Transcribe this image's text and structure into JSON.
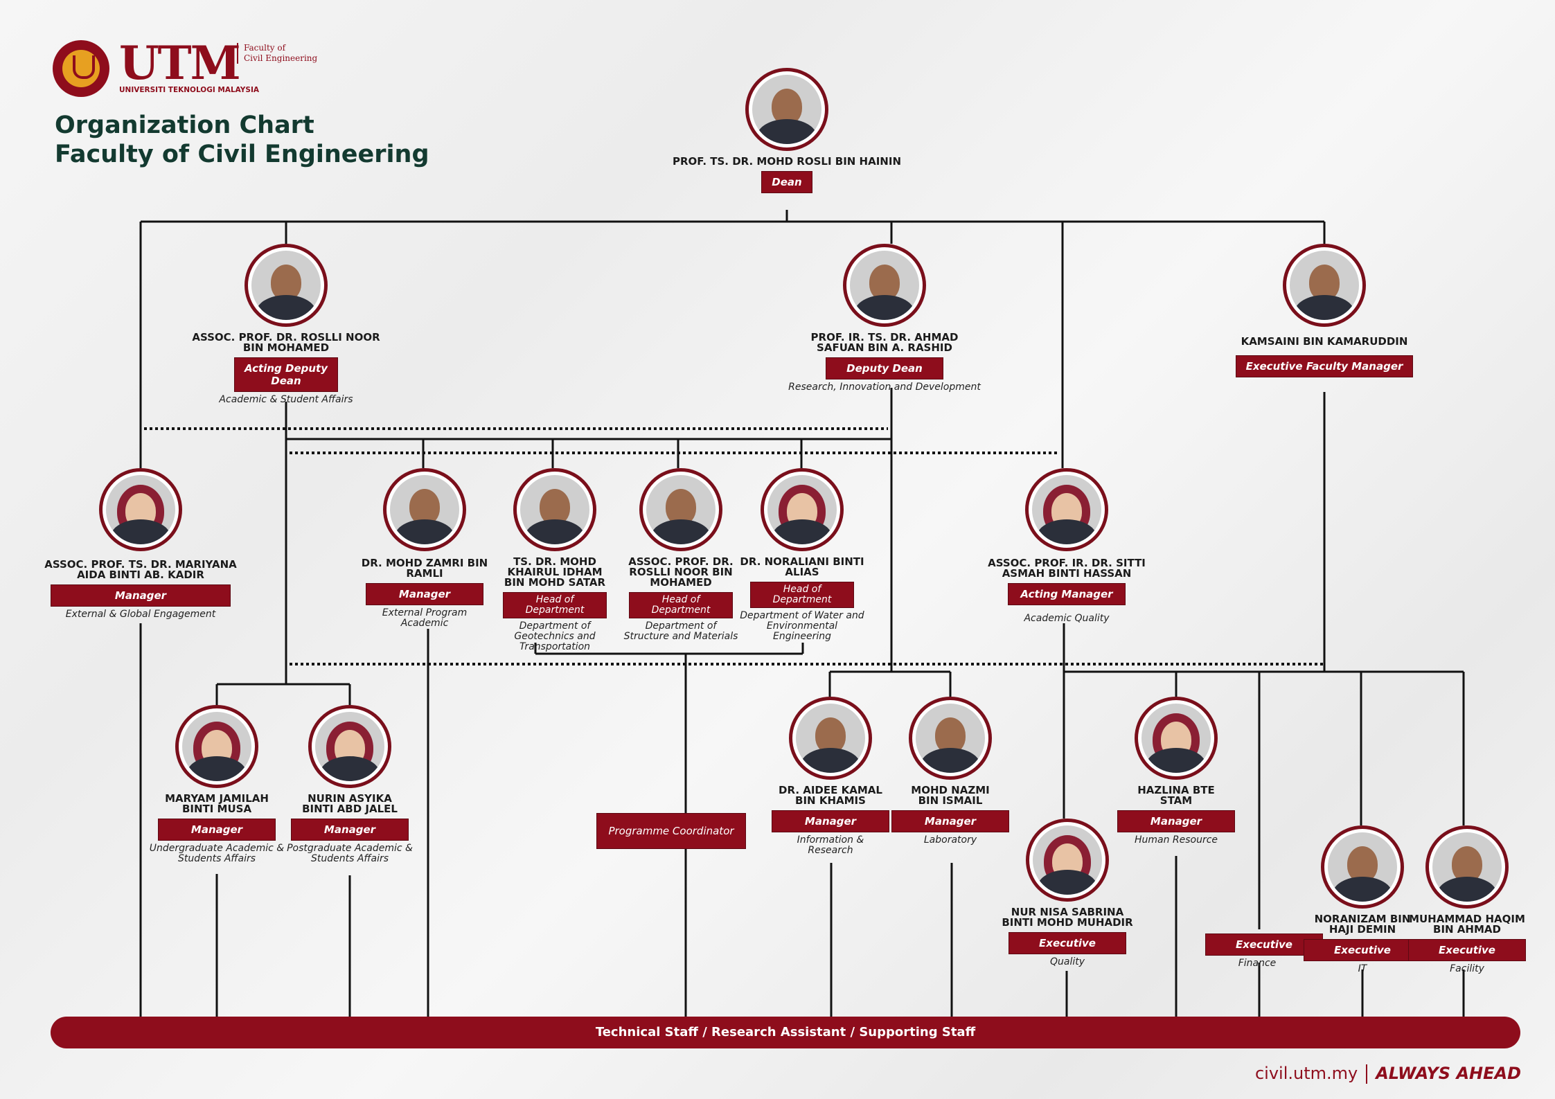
{
  "logo": {
    "wordmark": "UTM",
    "university": "UNIVERSITI TEKNOLOGI MALAYSIA",
    "faculty_line1": "Faculty of",
    "faculty_line2": "Civil Engineering"
  },
  "title": {
    "line1": "Organization Chart",
    "line2": "Faculty of Civil Engineering"
  },
  "people": {
    "dean": {
      "name": "PROF. TS. DR. MOHD ROSLI BIN HAININ",
      "role": "Dean",
      "dept": ""
    },
    "deputy_academic": {
      "name": "ASSOC. PROF. DR. ROSLLI NOOR BIN MOHAMED",
      "role": "Acting Deputy Dean",
      "dept": "Academic & Student Affairs"
    },
    "deputy_research": {
      "name": "PROF. IR. TS. DR. AHMAD SAFUAN BIN A. RASHID",
      "role": "Deputy Dean",
      "dept": "Research, Innovation and Development"
    },
    "exec_manager": {
      "name": "KAMSAINI BIN KAMARUDDIN",
      "role": "Executive Faculty Manager",
      "dept": ""
    },
    "mgr_external": {
      "name": "ASSOC. PROF. TS. DR. MARIYANA AIDA BINTI AB. KADIR",
      "role": "Manager",
      "dept": "External & Global Engagement"
    },
    "mgr_program": {
      "name": "DR. MOHD ZAMRI BIN RAMLI",
      "role": "Manager",
      "dept": "External Program Academic"
    },
    "hod_geo": {
      "name": "TS. DR. MOHD KHAIRUL IDHAM BIN MOHD SATAR",
      "role": "Head of Department",
      "dept": "Department of Geotechnics and Transportation"
    },
    "hod_struct": {
      "name": "ASSOC. PROF. DR. ROSLLI NOOR BIN MOHAMED",
      "role": "Head of Department",
      "dept": "Department of Structure and Materials"
    },
    "hod_water": {
      "name": "DR. NORALIANI BINTI ALIAS",
      "role": "Head of Department",
      "dept": "Department of Water and Environmental Engineering"
    },
    "mgr_quality": {
      "name": "ASSOC. PROF. IR. DR. SITTI ASMAH BINTI HASSAN",
      "role": "Acting Manager",
      "dept": "Academic Quality"
    },
    "mgr_ug": {
      "name": "MARYAM JAMILAH BINTI MUSA",
      "role": "Manager",
      "dept": "Undergraduate Academic & Students Affairs"
    },
    "mgr_pg": {
      "name": "NURIN ASYIKA BINTI ABD JALEL",
      "role": "Manager",
      "dept": "Postgraduate Academic & Students Affairs"
    },
    "mgr_info": {
      "name": "DR. AIDEE KAMAL BIN KHAMIS",
      "role": "Manager",
      "dept": "Information & Research"
    },
    "mgr_lab": {
      "name": "MOHD NAZMI BIN ISMAIL",
      "role": "Manager",
      "dept": "Laboratory"
    },
    "mgr_hr": {
      "name": "HAZLINA BTE STAM",
      "role": "Manager",
      "dept": "Human Resource"
    },
    "exec_quality": {
      "name": "NUR NISA SABRINA BINTI MOHD MUHADIR",
      "role": "Executive",
      "dept": "Quality"
    },
    "exec_finance": {
      "name": "",
      "role": "Executive",
      "dept": "Finance"
    },
    "exec_it": {
      "name": "NORANIZAM BIN HAJI DEMIN",
      "role": "Executive",
      "dept": "IT"
    },
    "exec_facility": {
      "name": "MUHAMMAD HAQIM BIN AHMAD",
      "role": "Executive",
      "dept": "Facility"
    }
  },
  "programme_coordinator": "Programme Coordinator",
  "staff_bar": "Technical Staff / Research Assistant / Supporting Staff",
  "footer": {
    "site": "civil.utm.my",
    "tagline": "ALWAYS AHEAD"
  },
  "colors": {
    "brand": "#8e0d1c",
    "title": "#133a30",
    "line": "#111111"
  }
}
